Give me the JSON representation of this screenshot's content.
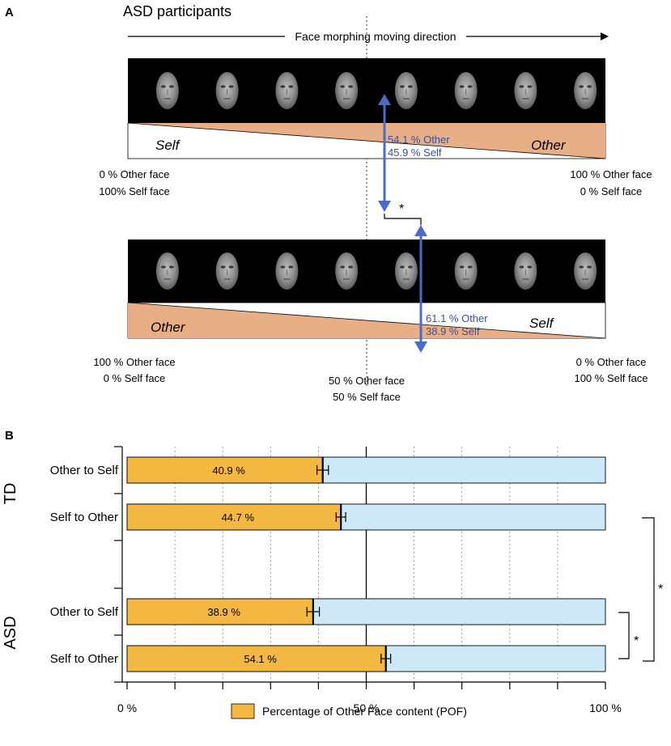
{
  "panel_a": {
    "panel_letter": "A",
    "title": "ASD participants",
    "direction_label": "Face morphing moving direction",
    "strip1": {
      "left_word": "Self",
      "right_word": "Other",
      "left_caption": [
        "0 % Other face",
        "100% Self face"
      ],
      "right_caption": [
        "100 % Other face",
        "0 % Self face"
      ],
      "point_lines": [
        "54.1 % Other",
        "45.9 % Self"
      ],
      "point_value": 54.1
    },
    "strip2": {
      "left_word": "Other",
      "right_word": "Self",
      "left_caption": [
        "100 % Other face",
        "0 % Self face"
      ],
      "right_caption": [
        "0 % Other face",
        "100 % Self face"
      ],
      "point_lines": [
        "61.1 % Other",
        "38.9 % Self"
      ],
      "point_value": 61.1
    },
    "center_caption": [
      "50 % Other face",
      "50 % Self face"
    ],
    "significance": "*",
    "faces_per_strip": 8,
    "colors": {
      "orange": "#e8ae85",
      "arrow": "#4a6bc8",
      "point_text": "#3a4fa0"
    }
  },
  "panel_b": {
    "panel_letter": "B",
    "legend": "Percentage of Other Face content (POF)",
    "groups": [
      {
        "name": "TD",
        "rows": [
          {
            "label": "Other to Self",
            "value": 40.9,
            "value_label": "40.9 %",
            "err": 1.2
          },
          {
            "label": "Self to Other",
            "value": 44.7,
            "value_label": "44.7 %",
            "err": 1.0
          }
        ]
      },
      {
        "name": "ASD",
        "rows": [
          {
            "label": "Other to Self",
            "value": 38.9,
            "value_label": "38.9 %",
            "err": 1.3
          },
          {
            "label": "Self to Other",
            "value": 54.1,
            "value_label": "54.1 %",
            "err": 1.0
          }
        ]
      }
    ],
    "x_ticks": [
      "0 %",
      "50 %",
      "100 %"
    ],
    "significance_brackets": [
      "*",
      "*"
    ],
    "colors": {
      "bar": "#f2b842",
      "remainder": "#cde9f8"
    }
  },
  "chart_data": {
    "type": "bar",
    "orientation": "horizontal",
    "stacked": true,
    "categories": [
      "TD Other to Self",
      "TD Self to Other",
      "ASD Other to Self",
      "ASD Self to Other"
    ],
    "series": [
      {
        "name": "Percentage of Other Face content (POF)",
        "values": [
          40.9,
          44.7,
          38.9,
          54.1
        ]
      }
    ],
    "xlim": [
      0,
      100
    ],
    "x_ticks": [
      "0 %",
      "50 %",
      "100 %"
    ],
    "grid": true,
    "legend_position": "bottom",
    "annotations": [
      "*",
      "*"
    ]
  }
}
